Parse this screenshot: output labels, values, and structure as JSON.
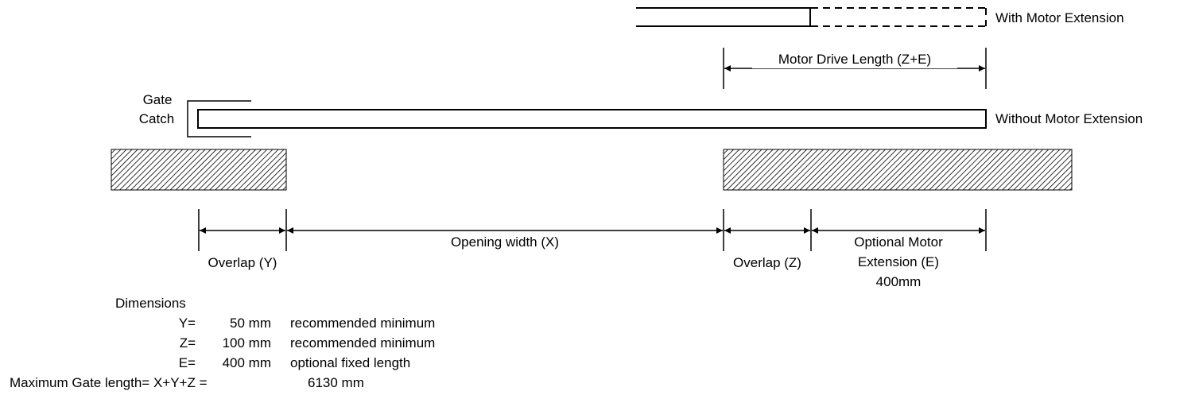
{
  "labels": {
    "with_motor_extension": "With Motor Extension",
    "without_motor_extension": "Without Motor Extension",
    "motor_drive_length": "Motor Drive Length (Z+E)",
    "gate_catch_line1": "Gate",
    "gate_catch_line2": "Catch",
    "opening_width": "Opening width (X)",
    "overlap_y": "Overlap (Y)",
    "overlap_z": "Overlap (Z)",
    "optional_ext_line1": "Optional Motor",
    "optional_ext_line2": "Extension (E)",
    "optional_ext_line3": "400mm"
  },
  "dimensions": {
    "title": "Dimensions",
    "rows": [
      {
        "key": "Y=",
        "value": "50 mm",
        "note": "recommended minimum"
      },
      {
        "key": "Z=",
        "value": "100 mm",
        "note": "recommended minimum"
      },
      {
        "key": "E=",
        "value": "400 mm",
        "note": "optional fixed length"
      }
    ],
    "max_label": "Maximum Gate length= X+Y+Z =",
    "max_value": "6130 mm"
  }
}
